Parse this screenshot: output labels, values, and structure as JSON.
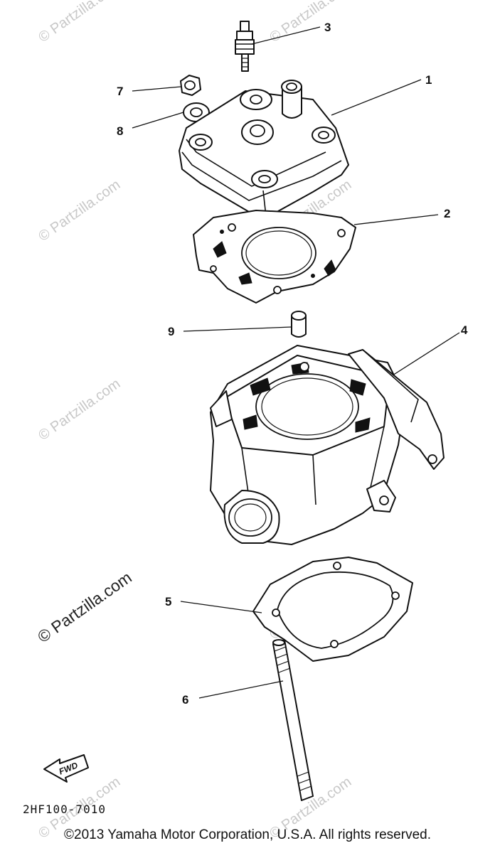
{
  "diagram": {
    "callouts": [
      {
        "id": "1",
        "label": "1"
      },
      {
        "id": "2",
        "label": "2"
      },
      {
        "id": "3",
        "label": "3"
      },
      {
        "id": "4",
        "label": "4"
      },
      {
        "id": "5",
        "label": "5"
      },
      {
        "id": "6",
        "label": "6"
      },
      {
        "id": "7",
        "label": "7"
      },
      {
        "id": "8",
        "label": "8"
      },
      {
        "id": "9",
        "label": "9"
      }
    ],
    "drawing_code": "2HF100-7010",
    "fwd_label": "FWD",
    "watermark": "© Partzilla.com"
  },
  "footer": {
    "copyright": "©2013 Yamaha Motor Corporation, U.S.A. All rights reserved."
  }
}
